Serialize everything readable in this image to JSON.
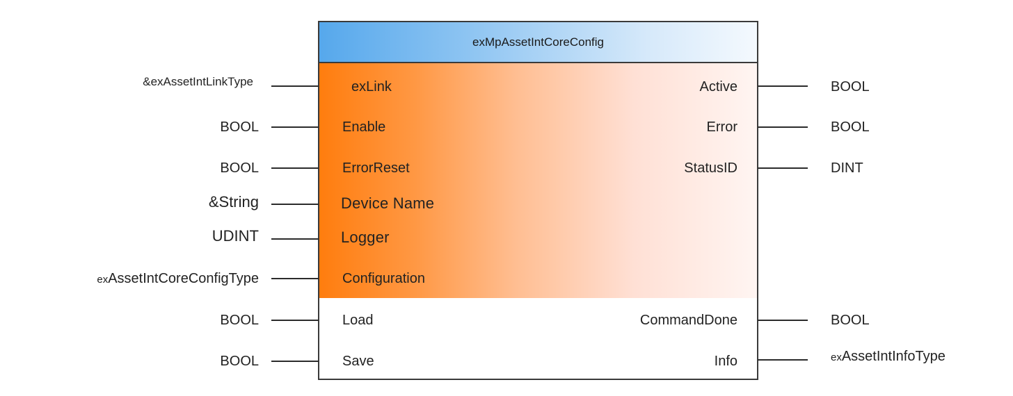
{
  "block": {
    "title": "exMpAssetIntCoreConfig"
  },
  "inputs": [
    {
      "pin": "exLink",
      "type": "&exAssetIntLinkType",
      "type_prefix": "",
      "type_main": "&exAssetIntLinkType"
    },
    {
      "pin": "Enable",
      "type": "BOOL",
      "type_prefix": "",
      "type_main": "BOOL"
    },
    {
      "pin": "ErrorReset",
      "type": "BOOL",
      "type_prefix": "",
      "type_main": "BOOL"
    },
    {
      "pin": "Device Name",
      "type": "&String",
      "type_prefix": "",
      "type_main": "&String"
    },
    {
      "pin": "Logger",
      "type": "UDINT",
      "type_prefix": "",
      "type_main": "UDINT"
    },
    {
      "pin": "Configuration",
      "type": "exAssetIntCoreConfigType",
      "type_prefix": "ex",
      "type_main": "AssetIntCoreConfigType"
    },
    {
      "pin": "Load",
      "type": "BOOL",
      "type_prefix": "",
      "type_main": "BOOL"
    },
    {
      "pin": "Save",
      "type": "BOOL",
      "type_prefix": "",
      "type_main": "BOOL"
    }
  ],
  "outputs": [
    {
      "pin": "Active",
      "type": "BOOL",
      "type_prefix": "",
      "type_main": "BOOL"
    },
    {
      "pin": "Error",
      "type": "BOOL",
      "type_prefix": "",
      "type_main": "BOOL"
    },
    {
      "pin": "StatusID",
      "type": "DINT",
      "type_prefix": "",
      "type_main": "DINT"
    },
    {
      "pin": "CommandDone",
      "type": "BOOL",
      "type_prefix": "",
      "type_main": "BOOL"
    },
    {
      "pin": "Info",
      "type": "exAssetIntInfoType",
      "type_prefix": "ex",
      "type_main": "AssetIntInfoType"
    }
  ],
  "colors": {
    "header_gradient_start": "#56a8ec",
    "body_gradient_start": "#ff7d0e",
    "border": "#3a3a3a"
  }
}
